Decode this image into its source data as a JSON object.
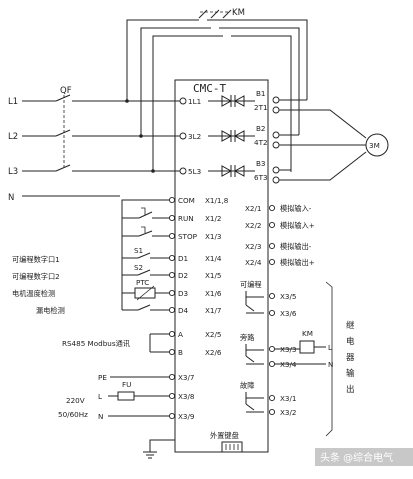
{
  "contactor": "KM",
  "device": "CMC-T",
  "breaker": "QF",
  "lines": [
    "L1",
    "L2",
    "L3",
    "N"
  ],
  "power_in_terminals": [
    "1L1",
    "3L2",
    "5L3"
  ],
  "bypass_terminals": [
    "B1",
    "B2",
    "B3"
  ],
  "output_terminals": [
    "2T1",
    "4T2",
    "6T3"
  ],
  "motor": "3M",
  "left_terminals": [
    {
      "name": "COM",
      "code": "X1/1,8"
    },
    {
      "name": "RUN",
      "code": "X1/2"
    },
    {
      "name": "STOP",
      "code": "X1/3"
    },
    {
      "name": "D1",
      "code": "X1/4"
    },
    {
      "name": "D2",
      "code": "X1/5"
    },
    {
      "name": "D3",
      "code": "X1/6"
    },
    {
      "name": "D4",
      "code": "X1/7"
    },
    {
      "name": "A",
      "code": "X2/5"
    },
    {
      "name": "B",
      "code": "X2/6"
    },
    {
      "name": "",
      "code": "X3/7"
    },
    {
      "name": "",
      "code": "X3/8"
    },
    {
      "name": "",
      "code": "X3/9"
    }
  ],
  "left_labels": {
    "s1": "S1",
    "s2": "S2",
    "prog1": "可编程数字口1",
    "prog2": "可编程数字口2",
    "ptc": "PTC",
    "temp": "电机温度检测",
    "leak": "漏电检测",
    "rs485": "RS485 Modbus通讯",
    "pe": "PE",
    "fu": "FU",
    "l": "L",
    "n": "N",
    "v220": "220V",
    "hz": "50/60Hz"
  },
  "analog": [
    {
      "code": "X2/1",
      "label": "模拟输入-"
    },
    {
      "code": "X2/2",
      "label": "模拟输入+"
    },
    {
      "code": "X2/3",
      "label": "模拟输出-"
    },
    {
      "code": "X2/4",
      "label": "模拟输出+"
    }
  ],
  "relays": [
    {
      "name": "可编程",
      "codes": [
        "X3/5",
        "X3/6"
      ]
    },
    {
      "name": "旁路",
      "codes": [
        "X3/3",
        "X3/4"
      ]
    },
    {
      "name": "故障",
      "codes": [
        "X3/1",
        "X3/2"
      ]
    }
  ],
  "relay_km": "KM",
  "relay_l": "L",
  "relay_n": "N",
  "relay_output": [
    "继",
    "电",
    "器",
    "输",
    "出"
  ],
  "keypad": "外置键盘",
  "watermark": "头条 @综合电气"
}
